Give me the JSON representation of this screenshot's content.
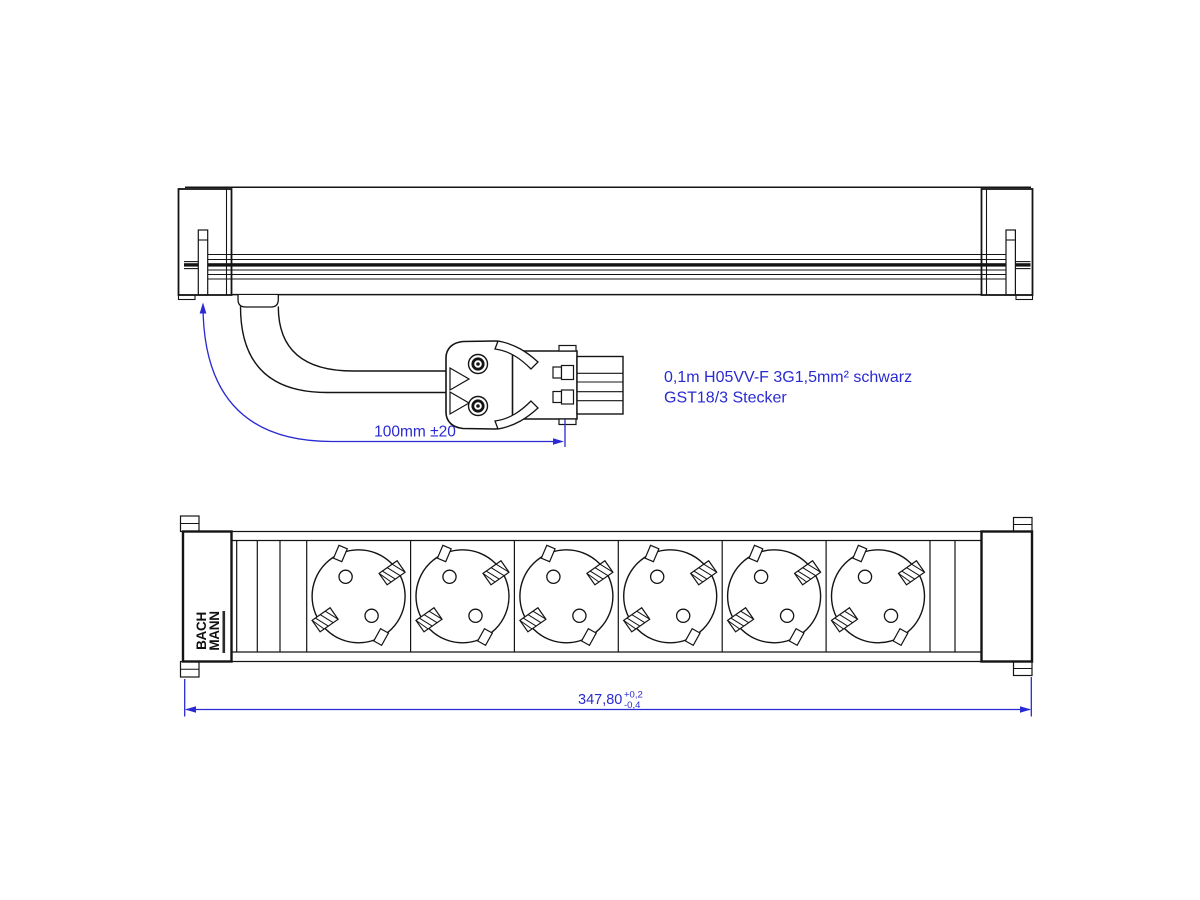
{
  "colors": {
    "background": "#ffffff",
    "line": "#141414",
    "dimension": "#2a2ad2"
  },
  "top_view": {
    "cable_note": {
      "line1": "0,1m H05VV-F 3G1,5mm² schwarz",
      "line2": "GST18/3 Stecker"
    },
    "cable_length_dim": "100mm ±20"
  },
  "front_view": {
    "socket_count": 6,
    "logo": {
      "line1": "BACH",
      "line2": "MANN"
    },
    "overall_width_dim": {
      "value": "347,80",
      "tolerance_plus": "+0,2",
      "tolerance_minus": "-0,4"
    }
  }
}
